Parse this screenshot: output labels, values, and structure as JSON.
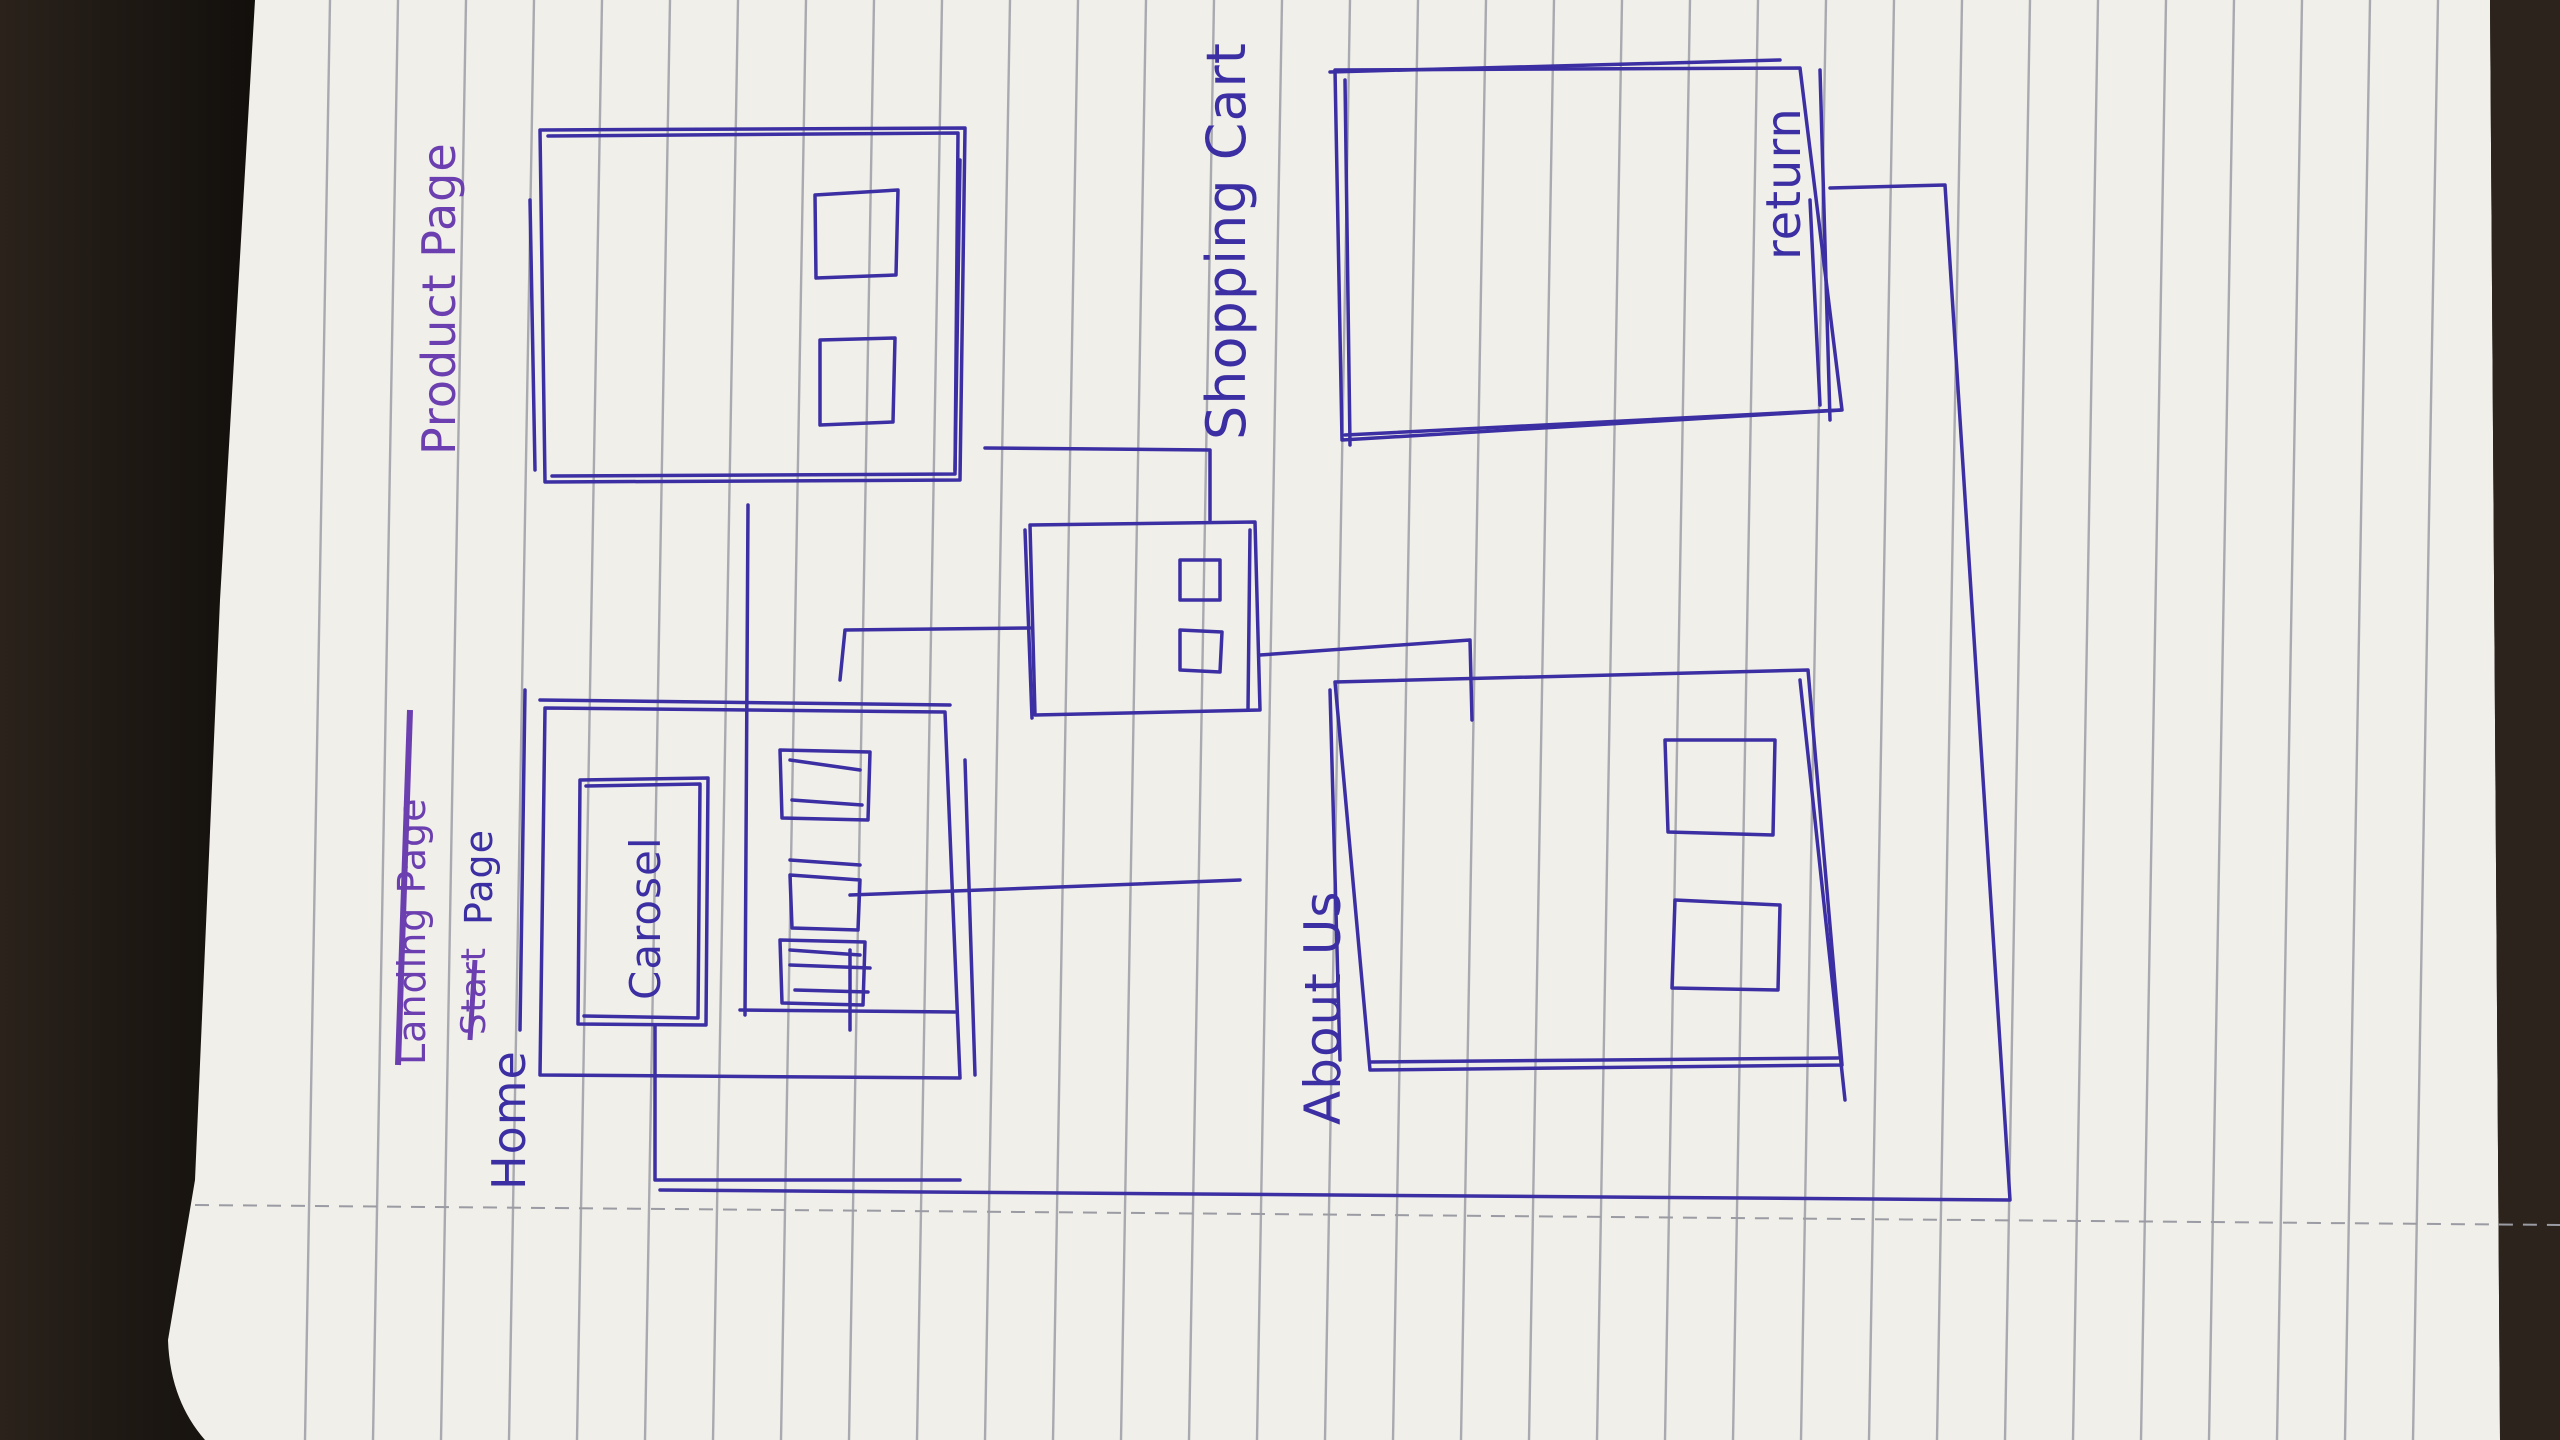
{
  "sketch": {
    "labels": {
      "home_page_strike_1": "Landing Page",
      "home_page_home": "Home",
      "home_page_strike_2": "Start",
      "home_page_page": "Page",
      "product_page": "Product Page",
      "carousel": "Carosel",
      "shopping_cart": "Shopping Cart",
      "about_us": "About Us",
      "return": "return"
    }
  },
  "colors": {
    "ink": "#3b2fa3",
    "ink_violet": "#6b3fb0",
    "paper": "#f1efea",
    "rule_line": "#a9aab0",
    "desk": "#1b1612"
  }
}
